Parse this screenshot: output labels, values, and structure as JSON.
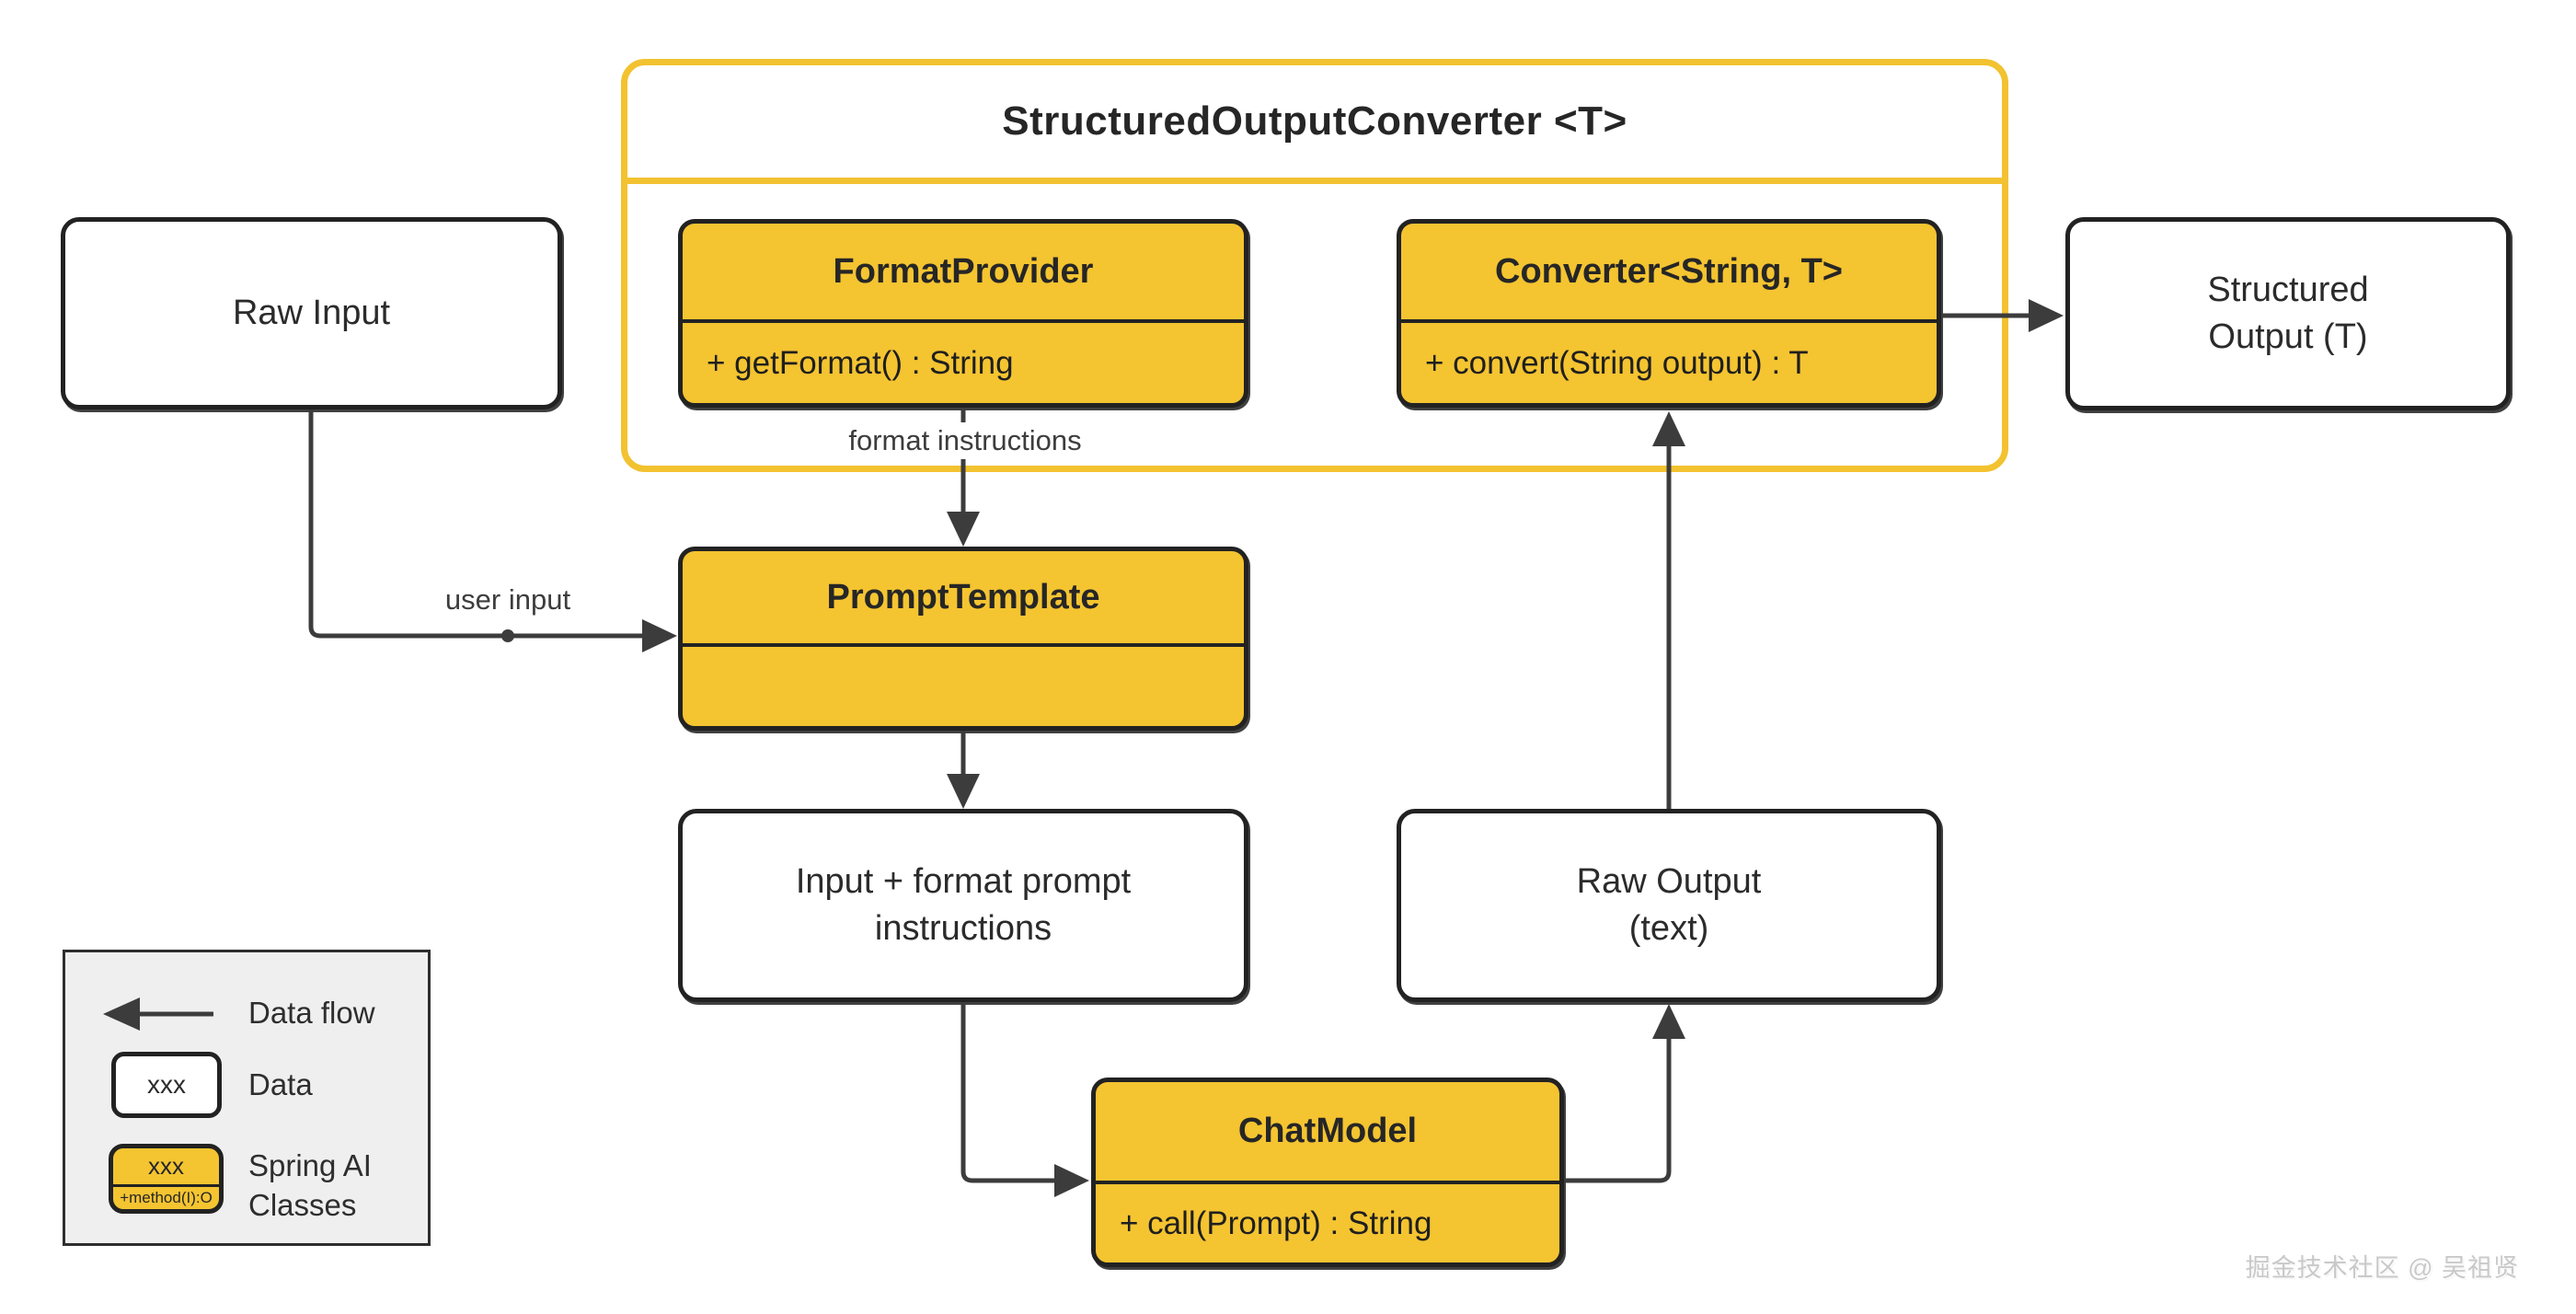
{
  "diagram": {
    "container": {
      "title": "StructuredOutputConverter <T>"
    },
    "nodes": {
      "raw_input": {
        "label": "Raw Input"
      },
      "format_provider": {
        "title": "FormatProvider",
        "method": "+ getFormat() : String"
      },
      "converter": {
        "title": "Converter<String, T>",
        "method": "+ convert(String output) : T"
      },
      "structured_output": {
        "lines": [
          "Structured",
          "Output (T)"
        ]
      },
      "prompt_template": {
        "title": "PromptTemplate",
        "method": ""
      },
      "input_format_prompt": {
        "lines": [
          "Input + format prompt",
          "instructions"
        ]
      },
      "raw_output": {
        "lines": [
          "Raw Output",
          "(text)"
        ]
      },
      "chat_model": {
        "title": "ChatModel",
        "method": "+ call(Prompt) : String"
      }
    },
    "edge_labels": {
      "user_input": "user input",
      "format_instructions": "format instructions"
    },
    "legend": {
      "data_flow_label": "Data flow",
      "data_sample": "xxx",
      "data_label": "Data",
      "class_sample": "xxx",
      "class_method_sample": "+method(I):O",
      "classes_label": "Spring AI Classes"
    },
    "watermark": "掘金技术社区 @ 吴祖贤",
    "colors": {
      "class_fill": "#F4C431",
      "container_border": "#F2C230",
      "node_border": "#222222",
      "arrow": "#3C3C3C",
      "text": "#262626",
      "muted_text": "#3D3D3D",
      "legend_bg": "#EFEFEF",
      "watermark_text": "#C9C9C9"
    }
  }
}
